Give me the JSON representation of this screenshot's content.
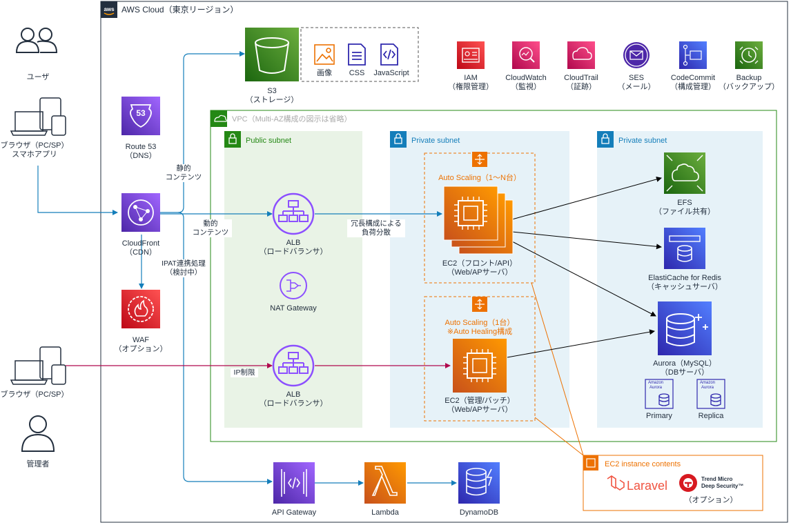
{
  "cloud": {
    "title": "AWS Cloud（東京リージョン）"
  },
  "vpc": {
    "title": "VPC（Multi-AZ構成の図示は省略）"
  },
  "subnets": {
    "public": "Public subnet",
    "private1": "Private subnet",
    "private2": "Private subnet"
  },
  "actors": {
    "user": "ユーザ",
    "browser_user": [
      "ブラウザ（PC/SP）",
      "スマホアプリ"
    ],
    "browser_admin": "ブラウザ（PC/SP）",
    "admin": "管理者"
  },
  "services": {
    "s3": [
      "S3",
      "（ストレージ）"
    ],
    "s3_contents": {
      "image": "画像",
      "css": "CSS",
      "js": "JavaScript"
    },
    "route53": [
      "Route 53",
      "（DNS）"
    ],
    "route53_badge": "53",
    "cloudfront": [
      "CloudFront",
      "（CDN）"
    ],
    "waf": [
      "WAF",
      "（オプション）"
    ],
    "alb1": [
      "ALB",
      "（ロードバランサ）"
    ],
    "natgw": "NAT Gateway",
    "alb2": [
      "ALB",
      "（ロードバランサ）"
    ],
    "as1_title": "Auto Scaling（1～N台）",
    "ec2_front": [
      "EC2（フロント/API）",
      "（Web/APサーバ）"
    ],
    "as2_title": [
      "Auto Scaling（1台）",
      "※Auto Healing構成"
    ],
    "ec2_admin": [
      "EC2（管理/バッチ）",
      "（Web/APサーバ）"
    ],
    "efs": [
      "EFS",
      "（ファイル共有）"
    ],
    "elasticache": [
      "ElastiCache for Redis",
      "（キャッシュサーバ）"
    ],
    "aurora": [
      "Aurora（MySQL）",
      "（DBサーバ）"
    ],
    "aurora_badge": "Amazon Aurora",
    "primary": "Primary",
    "replica": "Replica",
    "apigw": "API Gateway",
    "lambda": "Lambda",
    "dynamodb": "DynamoDB"
  },
  "mgmt": {
    "iam": [
      "IAM",
      "（権限管理）"
    ],
    "cloudwatch": [
      "CloudWatch",
      "（監視）"
    ],
    "cloudtrail": [
      "CloudTrail",
      "（証跡）"
    ],
    "ses": [
      "SES",
      "（メール）"
    ],
    "codecommit": [
      "CodeCommit",
      "（構成管理）"
    ],
    "backup": [
      "Backup",
      "（バックアップ）"
    ]
  },
  "edges": {
    "static": [
      "静的",
      "コンテンツ"
    ],
    "dynamic": [
      "動的",
      "コンテンツ"
    ],
    "ipat": [
      "IPAT連携処理",
      "（検討中）"
    ],
    "redundant": [
      "冗長構成による",
      "負荷分散"
    ],
    "ip_restrict": "IP制限"
  },
  "ec2_contents": {
    "title": "EC2 instance contents",
    "laravel": "Laravel",
    "trend": [
      "Trend Micro",
      "Deep Security™"
    ],
    "option": "（オプション）"
  },
  "colors": {
    "aws_dark": "#232f3e",
    "vpc_green": "#248814",
    "public_bg": "#e9f3e6",
    "private_bg": "#e6f2f8",
    "subnet_blue": "#147eba",
    "compute_orange": "#ed7100",
    "network_purple": "#8c4fff",
    "security_red": "#dd344c",
    "storage_green": "#7aa116",
    "db_blue": "#2e27ad",
    "mgmt_pink": "#e7157b",
    "arrow_teal": "#147eba",
    "arrow_red": "#b0084d"
  }
}
